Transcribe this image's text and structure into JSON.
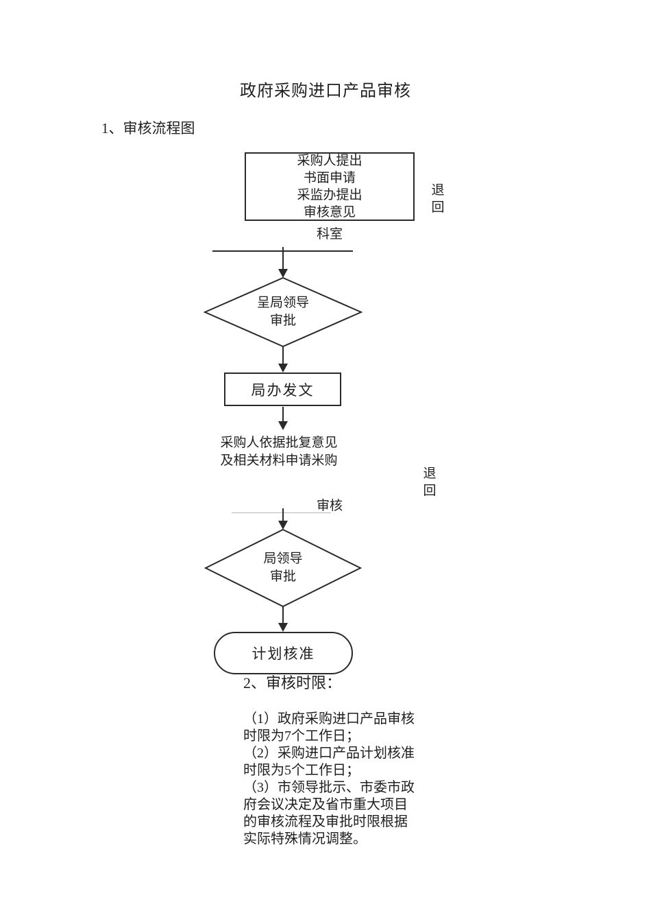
{
  "page": {
    "title": "政府采购进口产品审核",
    "section1_heading": "1、审核流程图",
    "section2_heading": "2、审核时限："
  },
  "flowchart": {
    "start_box": "采购人提出\n书面申请\n采监办提出\n审核意见",
    "start_box_sublabel": "科室",
    "return_label_1": "退\n回",
    "diamond1": "呈局领导\n审批",
    "process_box": "局办发文",
    "note_text": "采购人依据批复意见\n及相关材料申请米购",
    "return_label_2": "退\n回",
    "review_label": "审核",
    "diamond2": "局领导\n审批",
    "terminal": "计划核准"
  },
  "time_limits": {
    "paragraph": "（1）政府采购进口产品审核\n时限为7个工作日；\n（2）采购进口产品计划核准\n时限为5个工作日；\n（3）市领导批示、市委市政\n府会议决定及省市重大项目\n的审核流程及审批时限根据\n实际特殊情况调整。"
  },
  "colors": {
    "background": "#ffffff",
    "text": "#1f1f1f",
    "line": "#2a2a2a",
    "faint_line": "#b8b8b8"
  }
}
